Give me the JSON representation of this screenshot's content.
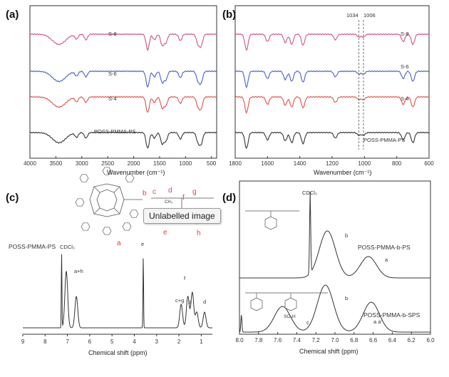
{
  "panels": {
    "a": {
      "label": "(a)",
      "xlabel": "Wavenumber (cm⁻¹)"
    },
    "b": {
      "label": "(b)",
      "xlabel": "Wavenumber (cm⁻¹)",
      "markers": [
        "1034",
        "1006"
      ]
    },
    "c": {
      "label": "(c)",
      "xlabel": "Chemical shift (ppm)",
      "sample": "POSS-PMMA-PS",
      "solvent": "CDCl₃",
      "peaks": [
        "a+h",
        "e",
        "c+g",
        "b",
        "f",
        "d"
      ],
      "structure_labels": [
        "a",
        "b",
        "c",
        "d",
        "e",
        "f",
        "g",
        "h"
      ],
      "ch3": "CH₃"
    },
    "d": {
      "label": "(d)",
      "xlabel": "Chemical shift (ppm)",
      "solvent": "CDCl₃",
      "sample_top": "POSS-PMMA-b-PS",
      "sample_bottom": "POSS-PMMA-b-SPS",
      "so3h": "SO₃H",
      "peaks_top": [
        "b",
        "a"
      ],
      "peaks_bottom": [
        "b",
        "c",
        "a a'"
      ]
    }
  },
  "tooltip": "Unlabelled image",
  "chart_data": [
    {
      "type": "line",
      "panel": "a",
      "xlim": [
        4000,
        400
      ],
      "xticks": [
        4000,
        3500,
        3000,
        2500,
        2000,
        1500,
        1000,
        500
      ],
      "series": [
        {
          "name": "S-8",
          "color": "#d4508a"
        },
        {
          "name": "S-6",
          "color": "#4a5ec8"
        },
        {
          "name": "S-4",
          "color": "#e4504a"
        },
        {
          "name": "POSS-PMMA-PS",
          "color": "#333333"
        }
      ],
      "dips": [
        [
          3440,
          0.55
        ],
        [
          3100,
          0.25
        ],
        [
          2920,
          0.3
        ],
        [
          1730,
          0.85
        ],
        [
          1600,
          0.3
        ],
        [
          1450,
          0.6
        ],
        [
          1380,
          0.45
        ],
        [
          1100,
          0.35
        ],
        [
          760,
          0.5
        ],
        [
          700,
          0.6
        ]
      ]
    },
    {
      "type": "line",
      "panel": "b",
      "xlim": [
        1800,
        600
      ],
      "xticks": [
        1800,
        1600,
        1400,
        1200,
        1000,
        800,
        600
      ],
      "markers": [
        1034,
        1006
      ],
      "series": [
        {
          "name": "S-8",
          "color": "#d4508a"
        },
        {
          "name": "S-6",
          "color": "#4a5ec8"
        },
        {
          "name": "S-4",
          "color": "#e4504a"
        },
        {
          "name": "POSS-PMMA-PS",
          "color": "#333333"
        }
      ],
      "dips": [
        [
          1730,
          0.85
        ],
        [
          1600,
          0.4
        ],
        [
          1490,
          0.45
        ],
        [
          1450,
          0.55
        ],
        [
          1380,
          0.6
        ],
        [
          1180,
          0.3
        ],
        [
          1034,
          0.15
        ],
        [
          1006,
          0.15
        ],
        [
          760,
          0.4
        ],
        [
          700,
          0.55
        ]
      ]
    },
    {
      "type": "line",
      "panel": "c",
      "xlim": [
        9,
        0.5
      ],
      "xticks": [
        9,
        8,
        7,
        6,
        5,
        4,
        3,
        2,
        1
      ],
      "peaks": [
        [
          7.26,
          0.95
        ],
        [
          7.05,
          0.72
        ],
        [
          6.6,
          0.4
        ],
        [
          3.6,
          0.9
        ],
        [
          1.9,
          0.3
        ],
        [
          1.6,
          0.4
        ],
        [
          1.4,
          0.45
        ],
        [
          1.2,
          0.2
        ],
        [
          0.85,
          0.2
        ]
      ]
    },
    {
      "type": "line",
      "panel": "d",
      "xlim": [
        8.0,
        6.0
      ],
      "xticks": [
        8.0,
        7.8,
        7.6,
        7.4,
        7.2,
        7.0,
        6.8,
        6.6,
        6.4,
        6.2,
        6.0
      ],
      "series": [
        {
          "name": "POSS-PMMA-b-PS",
          "peaks": [
            [
              7.26,
              0.95
            ],
            [
              7.08,
              0.55
            ],
            [
              6.65,
              0.25
            ]
          ]
        },
        {
          "name": "POSS-PMMA-b-SPS",
          "peaks": [
            [
              7.98,
              0.2
            ],
            [
              7.55,
              0.3
            ],
            [
              7.1,
              0.55
            ],
            [
              6.62,
              0.35
            ]
          ]
        }
      ]
    }
  ]
}
